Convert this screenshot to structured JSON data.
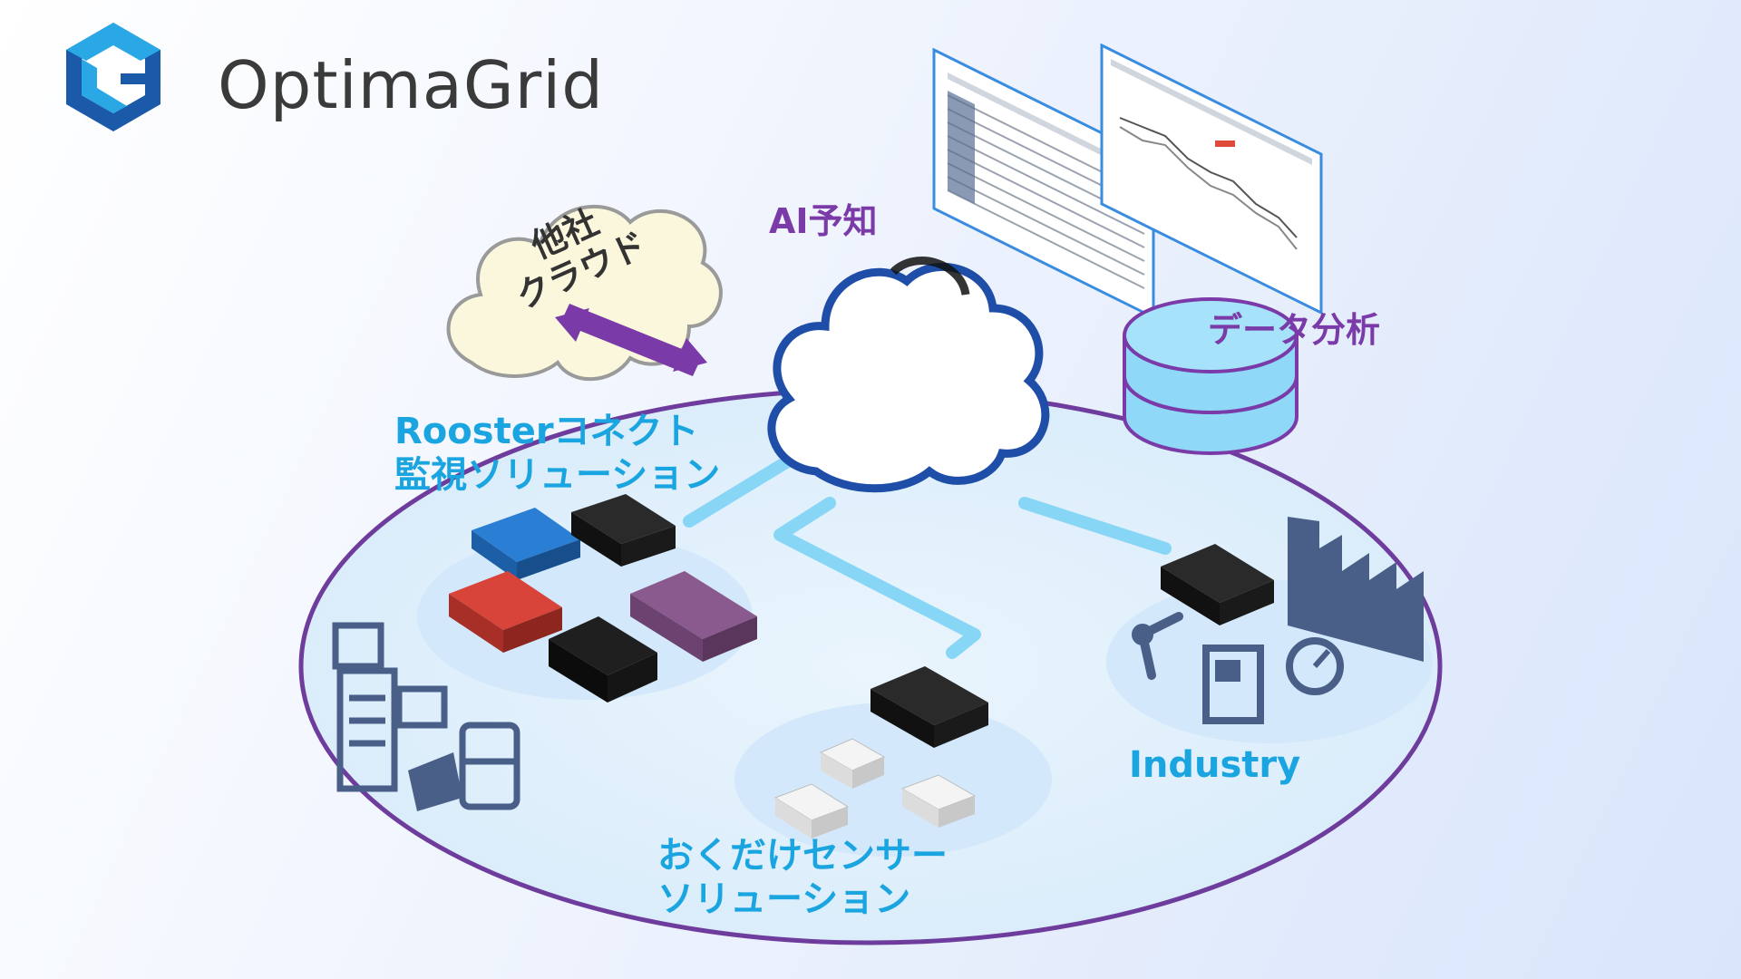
{
  "brand": {
    "name": "OptimaGrid",
    "colors": {
      "logo_dark": "#1a5aa8",
      "logo_light": "#2aa8e6"
    }
  },
  "diagram": {
    "center_cloud_label": "AI予知",
    "external_cloud": {
      "line1": "他社",
      "line2": "クラウド"
    },
    "data_analysis_label": "データ分析",
    "rooster": {
      "line1": "Roosterコネクト",
      "line2": "監視ソリューション"
    },
    "sensor": {
      "line1": "おくだけセンサー",
      "line2": "ソリューション"
    },
    "industry_label": "Industry"
  },
  "colors": {
    "ellipse_stroke": "#6e3c9c",
    "label_cyan": "#1aa5e0",
    "label_purple": "#7a3aa8",
    "connector": "#7dd3f5"
  }
}
